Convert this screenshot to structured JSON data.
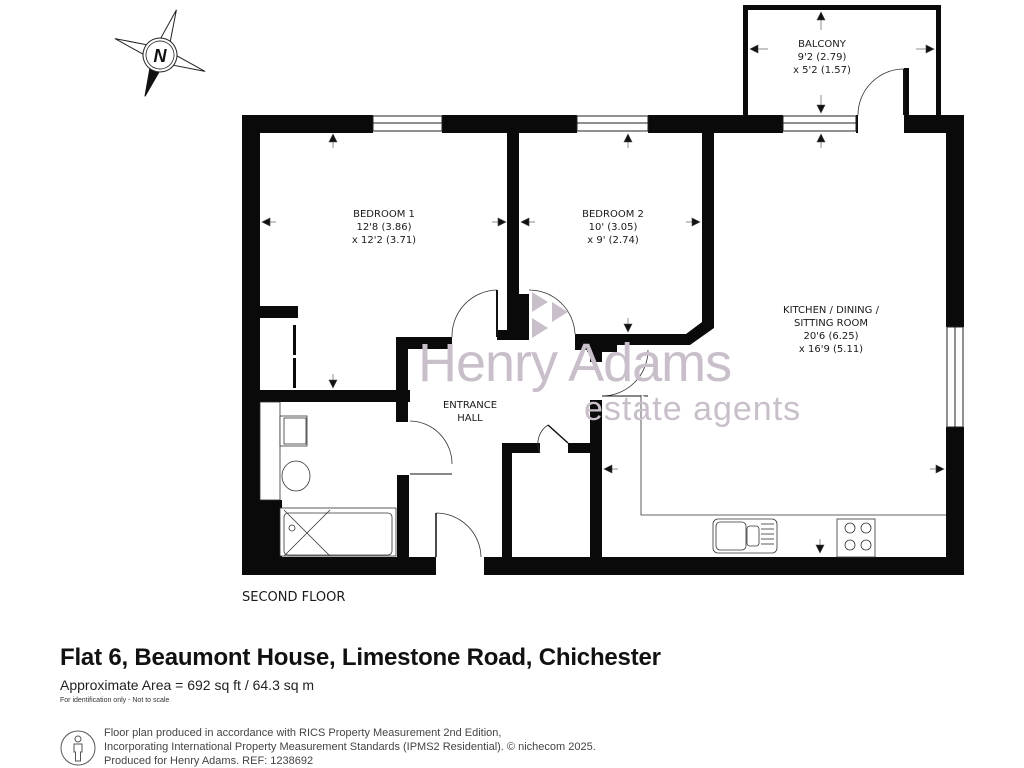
{
  "compass": {
    "label": "N",
    "icon": "compass-rose-icon"
  },
  "rooms": {
    "balcony": {
      "name": "BALCONY",
      "dim1": "9'2 (2.79)",
      "dim2": "x 5'2 (1.57)"
    },
    "bedroom1": {
      "name": "BEDROOM 1",
      "dim1": "12'8 (3.86)",
      "dim2": "x 12'2 (3.71)"
    },
    "bedroom2": {
      "name": "BEDROOM 2",
      "dim1": "10' (3.05)",
      "dim2": "x 9' (2.74)"
    },
    "kitchen": {
      "name1": "KITCHEN / DINING /",
      "name2": "SITTING ROOM",
      "dim1": "20'6 (6.25)",
      "dim2": "x 16'9 (5.11)"
    },
    "hall": {
      "name1": "ENTRANCE",
      "name2": "HALL"
    }
  },
  "floor_label": "SECOND FLOOR",
  "watermark": {
    "main": "Henry Adams",
    "sub": "estate agents",
    "color": "#c9bfcb"
  },
  "property": {
    "title": "Flat 6, Beaumont House, Limestone Road, Chichester",
    "area": "Approximate Area = 692 sq ft / 64.3 sq m",
    "disclaimer": "For identification only - Not to scale"
  },
  "footer": {
    "line1": "Floor plan produced in accordance with RICS Property Measurement 2nd Edition,",
    "line2": "Incorporating International Property Measurement Standards (IPMS2 Residential).   © nichecom 2025.",
    "line3": "Produced for Henry Adams.   REF: 1238692",
    "icon": "person-icon"
  },
  "colors": {
    "wall": "#0a0a0a",
    "line": "#333333",
    "text": "#1a1a1a"
  }
}
